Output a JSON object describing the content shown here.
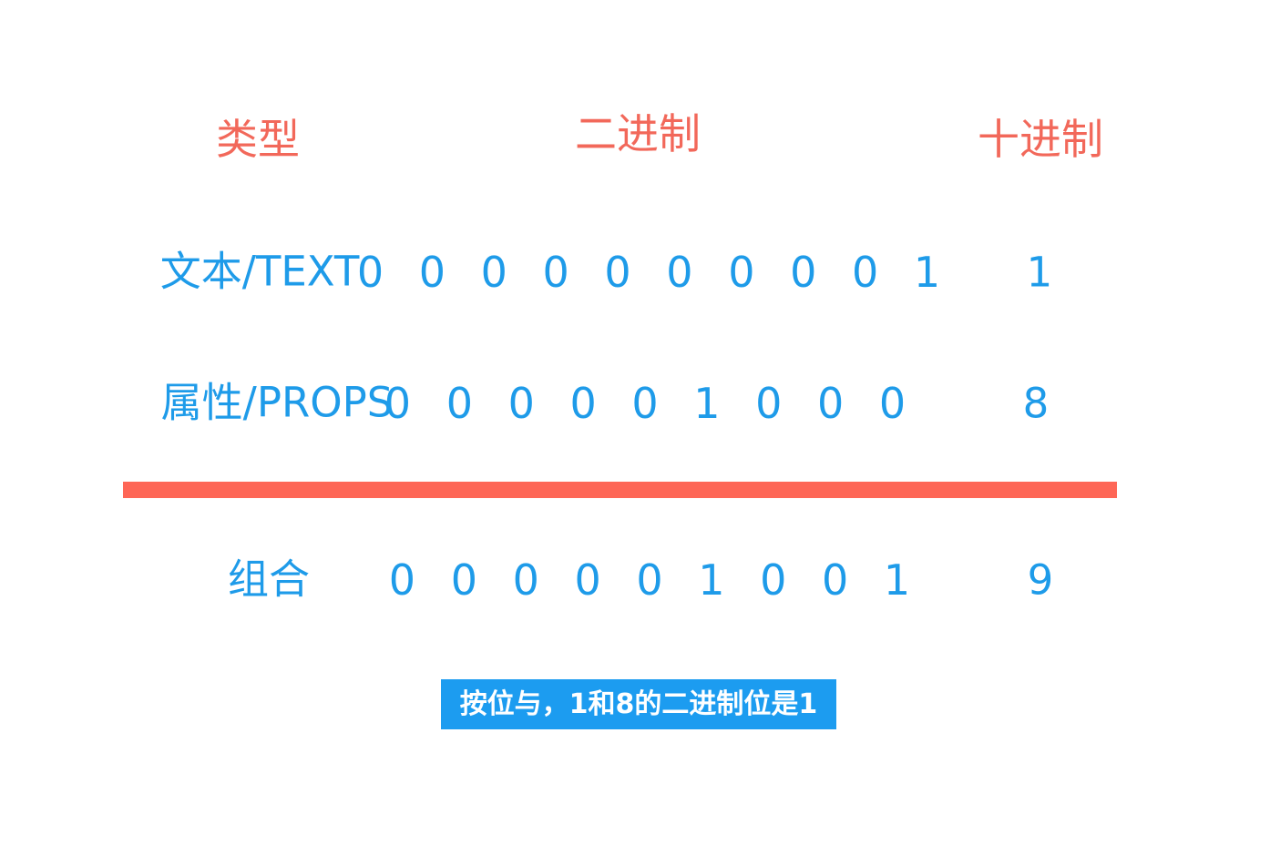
{
  "headers": {
    "type": "类型",
    "binary": "二进制",
    "decimal": "十进制"
  },
  "rows": [
    {
      "type": "文本/TEXT",
      "binary": "0 0 0 0 0 0 0 0 0 1",
      "decimal": "1"
    },
    {
      "type": "属性/PROPS",
      "binary": "0 0 0 0 0 1 0 0 0",
      "decimal": "8"
    }
  ],
  "result": {
    "type": "组合",
    "binary": "0 0 0 0 0 1 0 0 1",
    "decimal": "9"
  },
  "note": "按位与，1和8的二进制位是1",
  "colors": {
    "header": "#f2685a",
    "values": "#1e9be9",
    "divider": "#fe6656",
    "note_background": "#1c9cf0",
    "note_text": "#ffffff"
  }
}
